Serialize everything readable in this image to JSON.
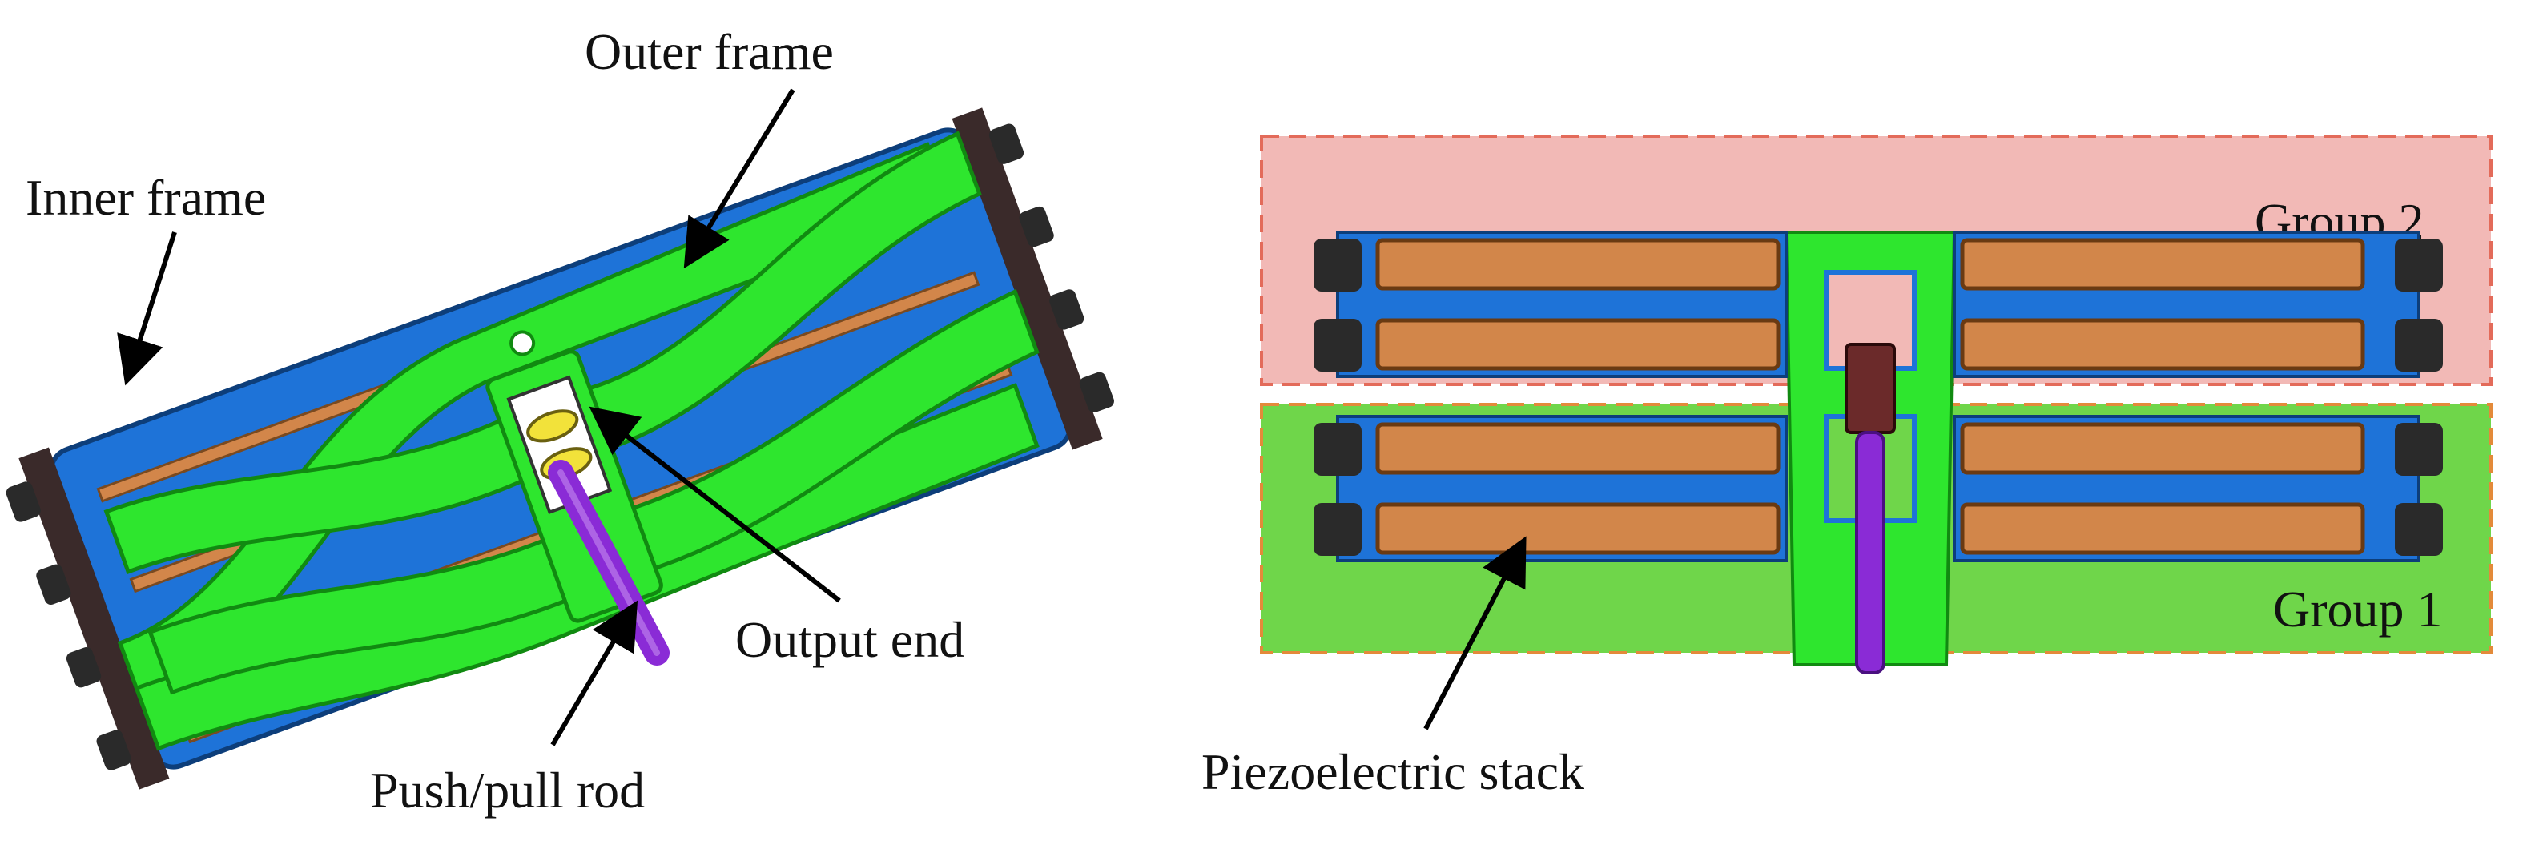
{
  "labels": {
    "outer_frame": "Outer frame",
    "inner_frame": "Inner frame",
    "output_end": "Output end",
    "push_pull_rod": "Push/pull rod",
    "group_2": "Group 2",
    "group_1": "Group 1",
    "piezo_stack": "Piezoelectric stack"
  },
  "colors": {
    "frame_green": "#2ee62e",
    "frame_blue": "#1e73d8",
    "piezo_orange": "#d2864a",
    "rod_purple": "#8a2bd6",
    "output_yellow": "#f2e23a",
    "bolt_dark": "#2a2a2a",
    "cap_brown": "#6b2a2a",
    "group2_fill": "#f2b9b6",
    "group2_border": "#e36b5a",
    "group1_fill": "#6fd64a",
    "group1_border": "#e38a3a"
  }
}
